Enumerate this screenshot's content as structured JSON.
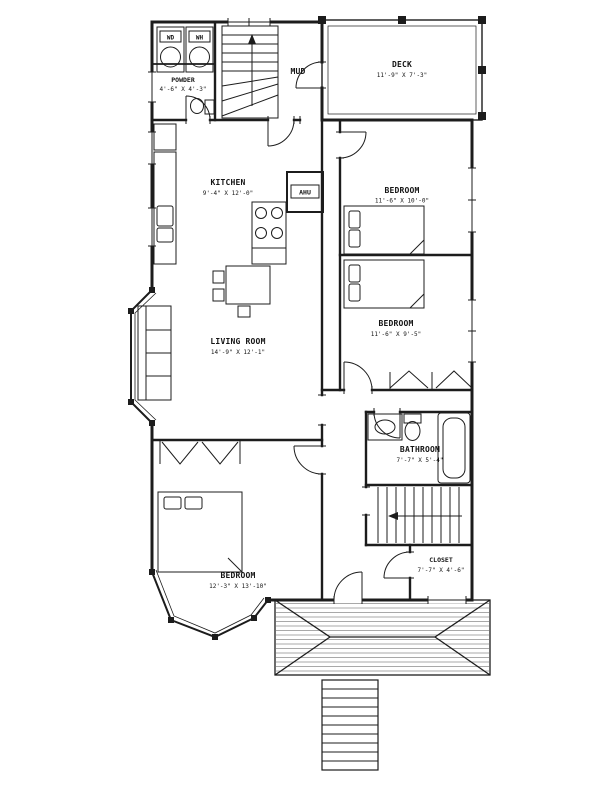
{
  "palette": {
    "wall": "#1c1c1c",
    "background": "#ffffff",
    "hatch": "#555555"
  },
  "rooms": {
    "laundry": {
      "washer_label": "WD",
      "water_heater_label": "WH"
    },
    "powder": {
      "name": "POWDER",
      "dims": "4'-6\" X 4'-3\""
    },
    "mud": {
      "name": "MUD"
    },
    "deck": {
      "name": "DECK",
      "dims": "11'-9\" X 7'-3\""
    },
    "kitchen": {
      "name": "KITCHEN",
      "dims": "9'-4\" X 12'-0\""
    },
    "ahu": {
      "name": "AHU"
    },
    "bedroom_top": {
      "name": "BEDROOM",
      "dims": "11'-6\" X 10'-0\""
    },
    "bedroom_middle": {
      "name": "BEDROOM",
      "dims": "11'-6\" X 9'-5\""
    },
    "living": {
      "name": "LIVING ROOM",
      "dims": "14'-9\" X 12'-1\""
    },
    "bathroom": {
      "name": "BATHROOM",
      "dims": "7'-7\" X 5'-4\""
    },
    "bedroom_bottom": {
      "name": "BEDROOM",
      "dims": "12'-3\" X 13'-10\""
    },
    "closet": {
      "name": "CLOSET",
      "dims": "7'-7\" X 4'-6\""
    }
  }
}
